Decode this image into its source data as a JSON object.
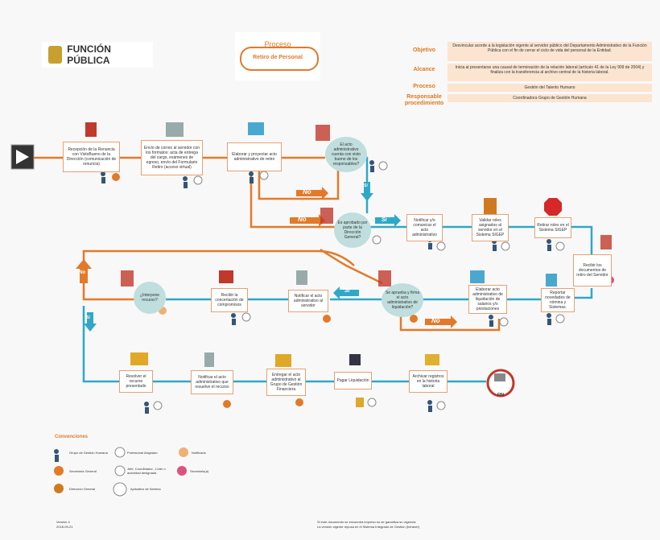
{
  "logo": {
    "text": "FUNCIÓN PÚBLICA"
  },
  "title": {
    "line1": "Proceso",
    "line2": "Retiro de Personal"
  },
  "header": [
    {
      "label": "Objetivo",
      "value": "Desvincular acorde a la legislación vigente al servidor público del Departamento Administrativo de la Función Pública con el fin de cerrar el ciclo de vida del personal de la Entidad."
    },
    {
      "label": "Alcance",
      "value": "Inicia al presentarse una causal de terminación de la relación laboral (artículo 41 de la Ley 909 de 2004) y finaliza con la transferencia al archivo central de la historia laboral."
    },
    {
      "label": "Proceso",
      "value": "Gestión del Talento Humano"
    },
    {
      "label": "Responsable procedimiento",
      "value": "Coordinadora Grupo de Gestión Humana"
    }
  ],
  "steps": {
    "s1": "Recepción de la Renuncia con VistoBueno de la Dirección (comunicación de renuncia)",
    "s2": "Envío de correo al servidor con los formatos: acta de entrega del cargo, exámenes de egreso, envío del Formulario Retiro (acceso virtual)",
    "s3": "Elaborar y proyectar acto administrativo de retiro",
    "d1": "El acto administrativo cuenta con visto bueno de los responsables?",
    "d2": "Es aprobado por parte de la Dirección General?",
    "s4": "Notificar y/o comunicar el acto administrativo",
    "s5": "Validar roles asignados al servidor en el Sistema SIGEP",
    "s6": "Retirar roles en el Sistema SIGEP",
    "s7": "Recibir los documentos de retiro del Servidor",
    "s8": "Reportar novedades de nómina y Sistemas.",
    "s9": "Elaborar acto administrativo de liquidación de salarios y/o prestaciones",
    "d3": "Se aprueba y firma el acto administrativo de liquidación?",
    "s10": "Notificar el acto administrativo al servidor",
    "s11": "Recibir la concertación de compromisos",
    "d4": "¿Interpone recurso?",
    "s12": "Resolver el recurso presentado",
    "s13": "Notificar el acto administrativo que resuelve el recurso",
    "s14": "Entregar el acto administrativo al Grupo de Gestión Financiera",
    "s15": "Pagar Liquidación",
    "s16": "Archivar registros en la historia laboral",
    "fin": "FIN"
  },
  "answers": {
    "no": "No",
    "si": "Sí"
  },
  "legend": {
    "title": "Convenciones",
    "items": [
      "Grupo de Gestión Humana",
      "Profesional Asignado",
      "Notificado",
      "Secretaría General",
      "Jefe, Coordinador , Líder o autoridad designada",
      "Secretario(a)",
      "Dirección General",
      "Aplicativo de Nómina"
    ]
  },
  "footer": {
    "version": "Versión 4",
    "date": "2018-09-21",
    "note1": "Si este documento se encuentra impreso no se garantiza su vigencia.",
    "note2": "La versión vigente reposa en el Sistema Integrado de Gestión (Intranet)"
  },
  "colors": {
    "orange": "#e27a2a",
    "teal": "#2fa8c8",
    "peach": "#fbe4d0",
    "oval": "#bfdedd"
  }
}
